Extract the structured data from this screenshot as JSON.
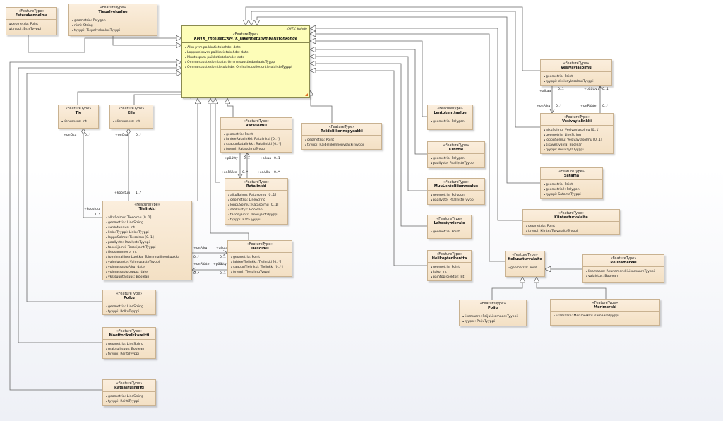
{
  "stereotype": "«FeatureType»",
  "package_label": "KMTK_kohde",
  "classes": {
    "esterakennelma": {
      "name": "Esterakennelma",
      "attrs": [
        "geometria: Point",
        "tyyppi: EsteTyyppi"
      ]
    },
    "tiepalvelualue": {
      "name": "Tiepalvelualue",
      "attrs": [
        "geometria: Polygon",
        "nimi: String",
        "tyyppi: TiepalvelualueTyyppi"
      ]
    },
    "main": {
      "name": "KMTK_Yhteiset::KMTK_rakennetunymparistonkohde",
      "attrs": [
        "Alku pvm paikkatietokohde: date",
        "Loppumispvm paikkatietokohde: date",
        "Muutospvm paikkatietokohde: date",
        "Ominaisuustiedon laatu: OminaisuustiedonlaatuTyyppi",
        "Ominaisuustiedon tietolahde: OminaisuustiedontietolahdeTyyppi"
      ]
    },
    "tie": {
      "name": "Tie",
      "attrs": [
        "tienumero: Int"
      ]
    },
    "eile": {
      "name": "Eile",
      "attrs": [
        "elienumero: Int"
      ]
    },
    "ratasolmu": {
      "name": "Ratasolmu",
      "attrs": [
        "geometria: Point",
        "lahteeRatalinkki: Ratalinkki [0..*]",
        "saapuuRatalinkki: Ratalinkki [0..*]",
        "tyyppi: RatasolmuTyyppi"
      ]
    },
    "raideliikennepysakki": {
      "name": "Raideliikennepysakki",
      "attrs": [
        "geometria: Point",
        "tyyppi: RaideliikennepysakkiTyyppi"
      ]
    },
    "ratalinkki": {
      "name": "Ratalinkki",
      "attrs": [
        "alkuSolmu: Ratasolmu [0..1]",
        "geometria: LineString",
        "loppuSolmu: Ratasolmu [0..1]",
        "sahkoistys: Boolean",
        "tasosijainti: TasosijaintiTyyppi",
        "tyyppi: RataTyyppi"
      ]
    },
    "tielinkki": {
      "name": "Tielinkki",
      "attrs": [
        "alkuSolmu: Tiesolmu [0..1]",
        "geometria: LineString",
        "suntatunnus: Int",
        "linkkiTyyppi: LinkkiTyyppi",
        "loppuSolmu: Tiesolmu [0..1]",
        "paallyste: PaallysteTyyppi",
        "tasosijainti: TasosijaintiTyyppi",
        "tieosanumero: Int",
        "toiminnallinenLuokka: ToiminnallinenLuokka",
        "valmiusaste: ValmiusasteTyyppi",
        "voimassaoloAlku: date",
        "voimassaoloLoppu: date",
        "yksisuuntaisuus: Boolean"
      ]
    },
    "tiesolmu": {
      "name": "Tiesolmu",
      "attrs": [
        "geometria: Point",
        "lahteeTielinkki: Tielinkki [0..*]",
        "saapuuTielinkki: Tielinkki [0..*]",
        "tyyppi: TiesolmuTyyppi"
      ]
    },
    "polku": {
      "name": "Polku",
      "attrs": [
        "geometria: LineString",
        "tyyppi: PolkuTyyppi"
      ]
    },
    "moottorikelkkareitti": {
      "name": "Moottorikelkkareitti",
      "attrs": [
        "geometria: LineString",
        "maksullisuus: Boolean",
        "tyyppi: ReittiTyyppi"
      ]
    },
    "ratsastusreitti": {
      "name": "Ratsastusreitti",
      "attrs": [
        "geometria: LineString",
        "tyyppi: ReittiTyyppi"
      ]
    },
    "lentokenttaalue": {
      "name": "Lentokenttaalue",
      "attrs": [
        "geometria: Polygon"
      ]
    },
    "kiitotie": {
      "name": "Kiitotie",
      "attrs": [
        "geometria: Polygon",
        "paallyste: PaallysteTyyppi"
      ]
    },
    "muulentoliikennealue": {
      "name": "MuuLentoliikennealue",
      "attrs": [
        "geometria: Polygon",
        "paallyste: PaallysteTyyppi"
      ]
    },
    "lahestymisvalo": {
      "name": "Lahestymisvalo",
      "attrs": [
        "geometria: Point"
      ]
    },
    "helikopterikentta": {
      "name": "Helikopterikentta",
      "attrs": [
        "geometria: Point",
        "koko: Int",
        "paihtoprojektor: Int"
      ]
    },
    "vesivaylasolmu": {
      "name": "Vesivaylasolmu",
      "attrs": [
        "geometria: Point",
        "tyyppi: VesivaylasolmuTyyppi"
      ]
    },
    "vesivaylalinkki": {
      "name": "Vesivaylalinkki",
      "attrs": [
        "alkuSolmu: Vesivaylasolmu [0..1]",
        "geometria: LineString",
        "loppuSolmu: Vesivaylasolmu [0..1]",
        "sisavesivayla: Boolean",
        "tyyppi: VesivaylaTyyppi"
      ]
    },
    "satama": {
      "name": "Satama",
      "attrs": [
        "geometria: Point",
        "geometria2: Polygon",
        "tyyppi: SatamaTyyppi"
      ]
    },
    "kiinteaturvalaite": {
      "name": "Kiinteaturvalaite",
      "attrs": [
        "geometria: Point",
        "tyyppi: KiinteaTurvalaiteTyyppi"
      ]
    },
    "kelluvaturvalaite": {
      "name": "Kelluvaturvalaite",
      "attrs": [
        "geometria: Point"
      ]
    },
    "reunamerkki": {
      "name": "Reunamerkki",
      "attrs": [
        "lisamaare: ReunamerkkiLisamaareTyyppi",
        "valaistus: Boolean"
      ]
    },
    "poiju": {
      "name": "Poiju",
      "attrs": [
        "lisamaare: PoijuLisamaareTyyppi",
        "tyyppi: PoijuTyyppi"
      ]
    },
    "merimerkki": {
      "name": "Merimerkki",
      "attrs": [
        "lisamaare: MerimerkkiLisamaareTyyppi"
      ]
    }
  },
  "labels": {
    "tie_onosa": "+onOsa",
    "tie_mult": "0..*",
    "eile_onosa": "+onOsa",
    "eile_mult": "0..*",
    "kostuu_top": "+koostuu",
    "kostuu_top_mult": "1..*",
    "kostuu_left": "+koostuu",
    "kostuu_left_mult": "1..*",
    "rata_paatty": "+päätty",
    "rata_paatty_mult": "0..1",
    "rata_alkaa": "+alkaa",
    "rata_alkaa_mult": "0..1",
    "rata_onpaate": "+onPääte",
    "rata_onpaate_mult": "0..*",
    "rata_onalku": "+onAlku",
    "rata_onalku_mult": "0..*",
    "tie_onalku": "+onAlku",
    "tie_onalku_mult": "0..*",
    "tie_alkaa": "+alkaa",
    "tie_alkaa_mult": "0..1",
    "tie_onpaate": "+onPääte",
    "tie_onpaate_mult": "0..*",
    "tie_paatty": "+päätty",
    "tie_paatty_mult": "0..1",
    "ves_alkaa": "+alkaa",
    "ves_alkaa_mult": "0..1",
    "ves_paatty": "+päätty",
    "ves_paatty_mult": "0..1",
    "ves_onalku": "+onAlku",
    "ves_onalku_mult": "0..*",
    "ves_onpaate": "+onPääte",
    "ves_onpaate_mult": "0..*"
  }
}
